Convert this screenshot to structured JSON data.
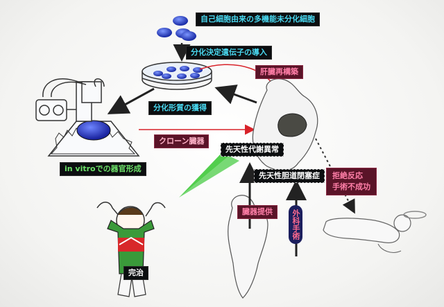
{
  "labels": {
    "stem_cells": "自己細胞由来の多機能未分化細胞",
    "gene_intro": "分化決定遺伝子の導入",
    "liver_reconstruction": "肝臓再構築",
    "differentiation": "分化形質の獲得",
    "clone_organ": "クローン臓器",
    "in_vitro": "in vitroでの器官形成",
    "congenital_metabolic": "先天性代謝異常",
    "congenital_biliary": "先天性胆道閉塞症",
    "organ_donation": "臓器提供",
    "surgery": "外科手術",
    "rejection": "拒絶反応\n手術不成功",
    "cure": "完治"
  },
  "colors": {
    "cell_blue": "#2440c8",
    "arrow_dark": "#222222",
    "arrow_red": "#d8222a",
    "beam_green": "#3fc93a"
  }
}
